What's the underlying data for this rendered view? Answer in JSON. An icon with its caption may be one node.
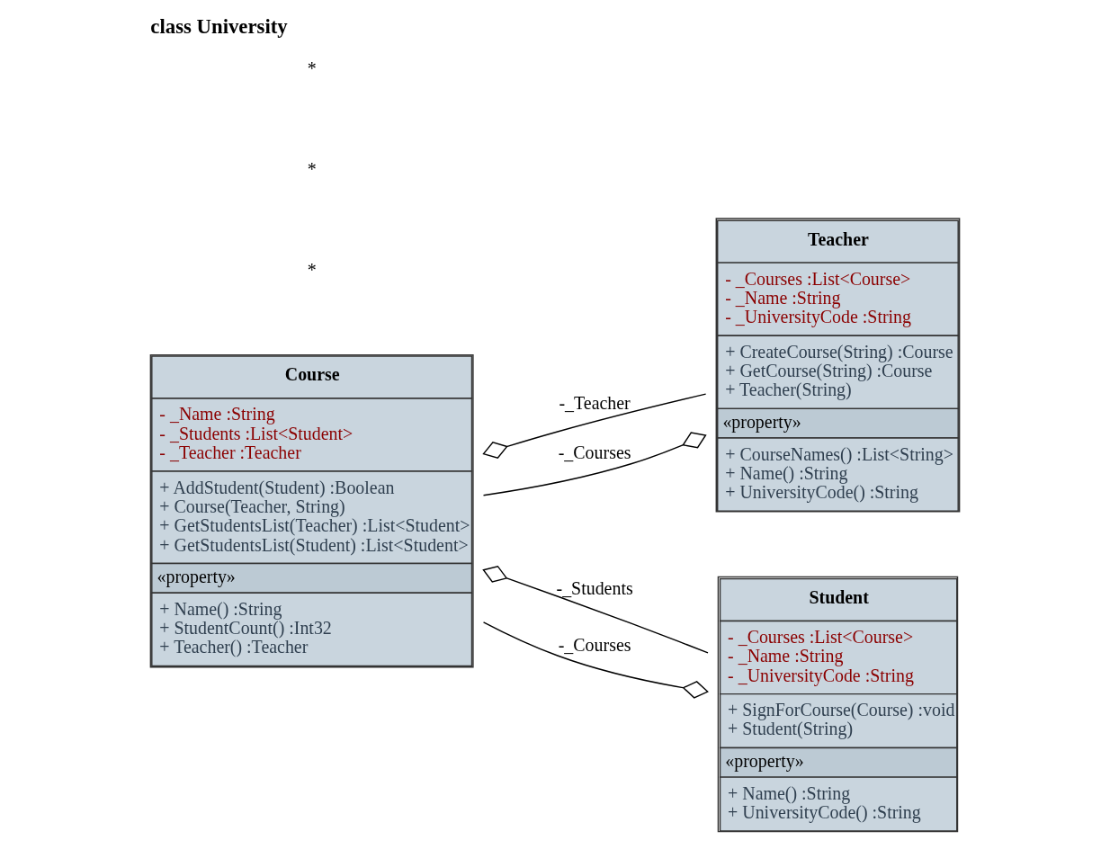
{
  "diagram": {
    "title": "class University",
    "nodes": [
      {
        "text": [
          "Course",
          "- _Name :String",
          "- _Students :List<Student>",
          "- _Teacher :Teacher",
          "+ AddStudent(Student) :Boolean",
          "+ Course(Teacher, String)",
          "+ GetStudentsList(Teacher) :List<Student>",
          "+ GetStudentsList(Student) :List<Student>",
          "«property»",
          "+ Name() :String",
          "+ StudentCount() :Int32",
          "+ Teacher() :Teacher"
        ]
      },
      {
        "text": [
          "Teacher",
          "- _Courses :List<Course>",
          "- _Name :String",
          "- _UniversityCode :String",
          "+ CreateCourse(String) :Course",
          "+ GetCourse(String) :Course",
          "+ Teacher(String)",
          "«property»",
          "+ CourseNames() :List<String>",
          "+ Name() :String",
          "+ UniversityCode() :String"
        ]
      },
      {
        "text": [
          "Student",
          "- _Courses :List<Course>",
          "- _Name :String",
          "- _UniversityCode :String",
          "+ SignForCourse(Course) :void",
          "+ Student(String)",
          "«property»",
          "+ Name() :String",
          "+ UniversityCode() :String"
        ]
      }
    ],
    "edges": [
      {
        "from": 0,
        "to": 1,
        "arrow": "other",
        "label": "-_Teacher"
      },
      {
        "from": 1,
        "to": 0,
        "arrow": "other",
        "label": "-_Courses"
      },
      {
        "from": 0,
        "to": 2,
        "arrow": "other",
        "label": "-_Students"
      },
      {
        "from": 2,
        "to": 0,
        "arrow": "other",
        "label": "-_Courses"
      }
    ],
    "labels": [
      "*",
      "*",
      "*"
    ]
  }
}
